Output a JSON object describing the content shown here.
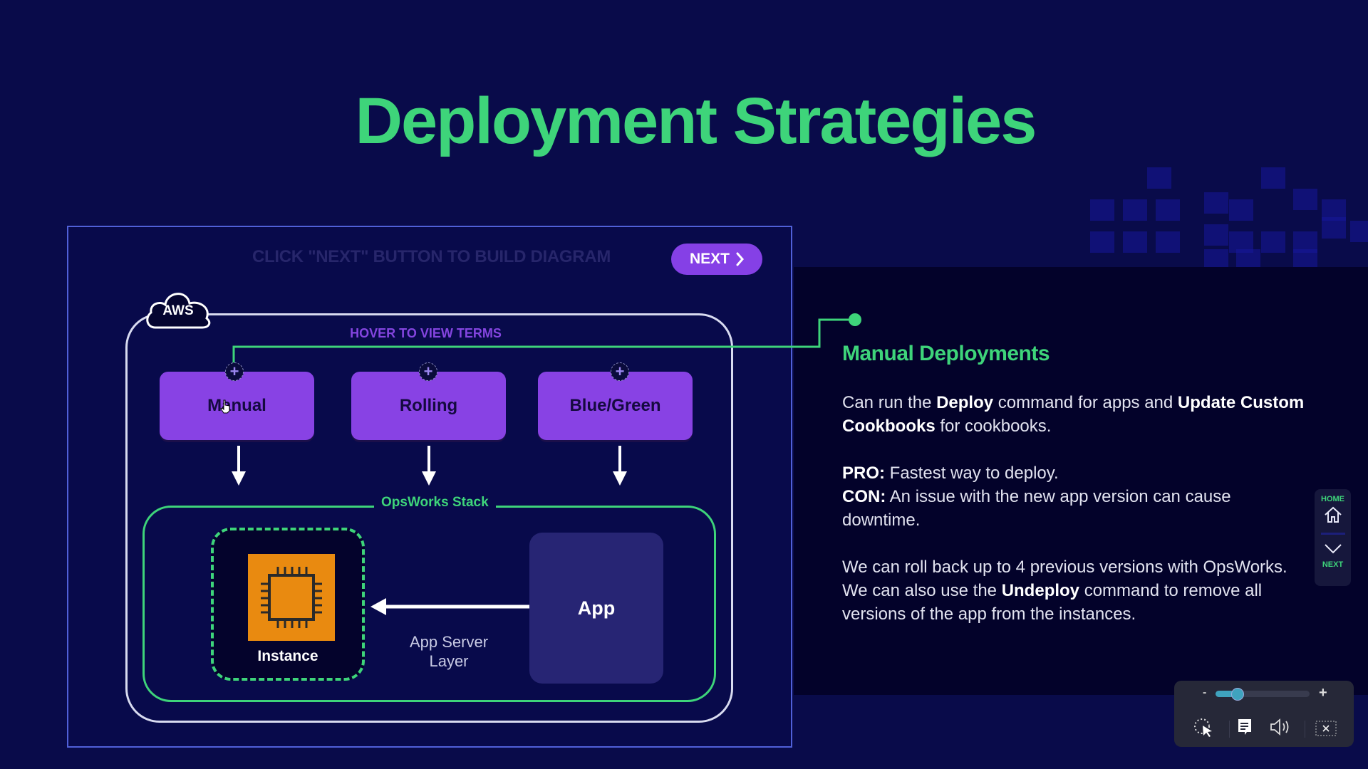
{
  "page": {
    "title": "Deployment Strategies"
  },
  "diagram": {
    "instruction": "CLICK \"NEXT\" BUTTON TO BUILD DIAGRAM",
    "next_button": "NEXT",
    "next_icon": "chevron-right-icon",
    "cloud_label": "AWS",
    "hover_hint": "HOVER TO VIEW TERMS",
    "strategies": [
      {
        "label": "Manual",
        "state": "hovered"
      },
      {
        "label": "Rolling"
      },
      {
        "label": "Blue/Green"
      }
    ],
    "expand_icon_glyph": "+",
    "stack_label": "OpsWorks Stack",
    "instance_label": "Instance",
    "instance_icon": "ec2-chip-icon",
    "app_label": "App",
    "layer_label_line1": "App Server",
    "layer_label_line2": "Layer",
    "colors": {
      "accent_green": "#3ed47a",
      "accent_purple": "#8842e4",
      "instance_orange": "#e98a10"
    }
  },
  "info": {
    "title": "Manual Deployments",
    "p1": {
      "t1": "Can run the ",
      "b1": "Deploy",
      "t2": " command for apps and ",
      "b2": "Update Custom Cookbooks",
      "t3": " for cookbooks."
    },
    "pro_label": "PRO:",
    "pro_text": " Fastest way to deploy.",
    "con_label": "CON:",
    "con_text": " An issue with the new app version can cause downtime.",
    "p3": {
      "t1": "We can roll back up to 4 previous versions with OpsWorks. We can also use the ",
      "b1": "Undeploy",
      "t2": " command to remove all versions of the app from the instances."
    }
  },
  "nav": {
    "home_label": "HOME",
    "next_label": "NEXT"
  },
  "player_controls": {
    "zoom_minus": "-",
    "zoom_plus": "+",
    "zoom_level": 0.2,
    "buttons": [
      "cursor-highlight-icon",
      "captions-icon",
      "volume-icon",
      "close-icon"
    ]
  }
}
